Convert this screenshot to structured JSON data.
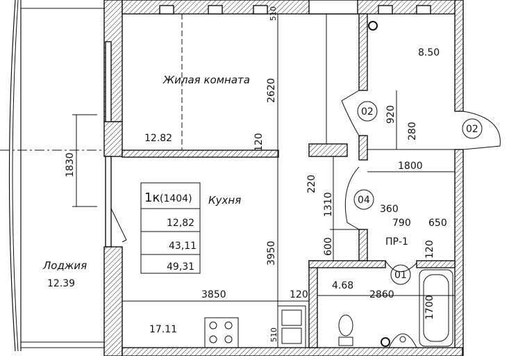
{
  "rooms": {
    "living_name": "Жилая комната",
    "living_area": "12.82",
    "kitchen_name": "Кухня",
    "kitchen_area": "17.11",
    "loggia_name": "Лоджия",
    "loggia_area": "12.39",
    "hall_area": "8.50",
    "bath_area": "4.68"
  },
  "legend": {
    "apt": "1к",
    "apt_code": "(1404)",
    "living": "12,82",
    "total": "43,11",
    "total_with_loggia": "49,31"
  },
  "dims": {
    "d2620": "2620",
    "d120a": "120",
    "d1830": "1830",
    "d3950": "3950",
    "d3850": "3850",
    "d120b": "120",
    "d220": "220",
    "d1310": "1310",
    "d600": "600",
    "d1800": "1800",
    "d360": "360",
    "d790": "790",
    "d650": "650",
    "d120c": "120",
    "d2860": "2860",
    "d1700": "1700",
    "d920": "920",
    "d280": "280",
    "d510a": "510",
    "d510b": "510"
  },
  "labels": {
    "door02a": "02",
    "door02b": "02",
    "door04": "04",
    "door01": "01",
    "pr1": "ПР-1"
  }
}
